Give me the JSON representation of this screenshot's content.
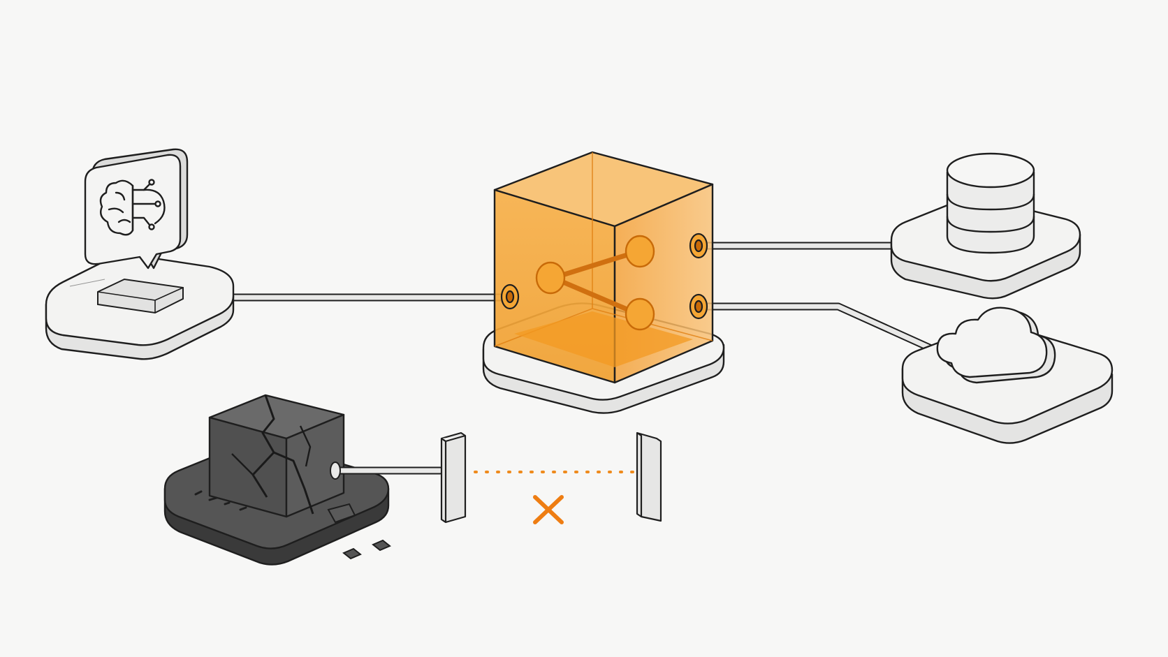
{
  "diagram": {
    "nodes": [
      {
        "id": "ai-assistant",
        "icon": "brain-circuit-icon",
        "kind": "speech-bubble"
      },
      {
        "id": "hub",
        "icon": "share-network-icon",
        "kind": "glass-cube"
      },
      {
        "id": "database",
        "icon": "database-icon",
        "kind": "cylinder"
      },
      {
        "id": "cloud",
        "icon": "cloud-icon",
        "kind": "cloud"
      },
      {
        "id": "broken-service",
        "icon": "cracked-cube-icon",
        "kind": "broken-cube"
      }
    ],
    "connections": [
      {
        "from": "ai-assistant",
        "to": "hub",
        "status": "connected"
      },
      {
        "from": "hub",
        "to": "database",
        "status": "connected"
      },
      {
        "from": "hub",
        "to": "cloud",
        "status": "connected"
      },
      {
        "from": "broken-service",
        "to": "hub",
        "status": "disconnected",
        "marker": "x-icon"
      }
    ],
    "colors": {
      "accent": "#f0a030",
      "accent_stroke": "#e07e10",
      "outline": "#1e1e1e",
      "platform": "#f3f3f2",
      "broken": "#4a4a4a"
    }
  }
}
